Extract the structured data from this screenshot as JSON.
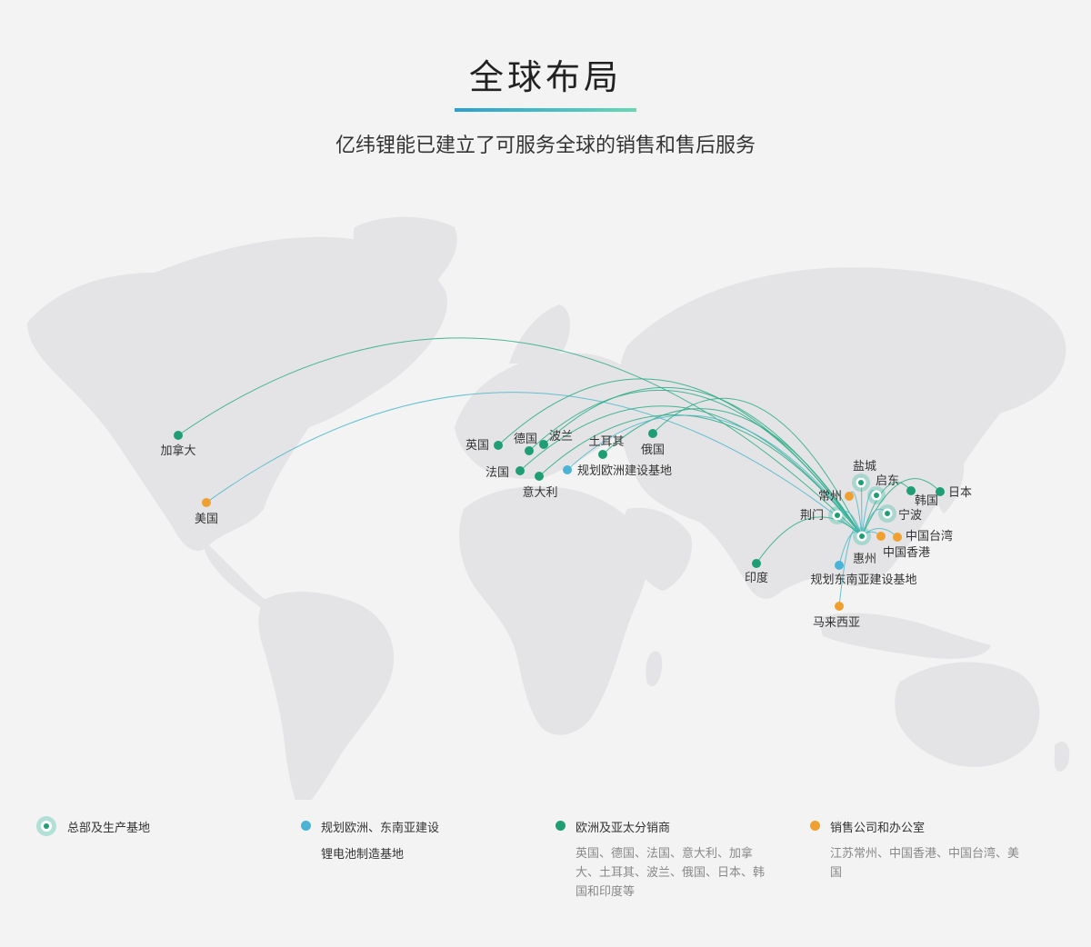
{
  "header": {
    "title": "全球布局",
    "subtitle": "亿纬锂能已建立了可服务全球的销售和售后服务"
  },
  "colors": {
    "hq": "#1f9e74",
    "planned": "#4ab3d6",
    "distributor": "#1f9e74",
    "sales": "#f0a030",
    "route": "#4bb8c8",
    "land": "#e4e4e7"
  },
  "map": {
    "locations": [
      {
        "id": "canada",
        "label": "加拿大",
        "type": "distributor"
      },
      {
        "id": "usa",
        "label": "美国",
        "type": "sales"
      },
      {
        "id": "uk",
        "label": "英国",
        "type": "distributor"
      },
      {
        "id": "germany",
        "label": "德国",
        "type": "distributor"
      },
      {
        "id": "poland",
        "label": "波兰",
        "type": "distributor"
      },
      {
        "id": "turkey",
        "label": "土耳其",
        "type": "distributor"
      },
      {
        "id": "russia",
        "label": "俄国",
        "type": "distributor"
      },
      {
        "id": "france",
        "label": "法国",
        "type": "distributor"
      },
      {
        "id": "italy",
        "label": "意大利",
        "type": "distributor"
      },
      {
        "id": "europe-plan",
        "label": "规划欧洲建设基地",
        "type": "planned"
      },
      {
        "id": "yancheng",
        "label": "盐城",
        "type": "hq"
      },
      {
        "id": "qidong",
        "label": "启东",
        "type": "hq"
      },
      {
        "id": "changzhou",
        "label": "常州",
        "type": "sales"
      },
      {
        "id": "korea",
        "label": "韩国",
        "type": "distributor"
      },
      {
        "id": "japan",
        "label": "日本",
        "type": "distributor"
      },
      {
        "id": "jingmen",
        "label": "荆门",
        "type": "hq"
      },
      {
        "id": "ningbo",
        "label": "宁波",
        "type": "hq"
      },
      {
        "id": "huizhou",
        "label": "惠州",
        "type": "hq"
      },
      {
        "id": "taiwan",
        "label": "中国台湾",
        "type": "sales"
      },
      {
        "id": "hongkong",
        "label": "中国香港",
        "type": "sales"
      },
      {
        "id": "india",
        "label": "印度",
        "type": "distributor"
      },
      {
        "id": "sea-plan",
        "label": "规划东南亚建设基地",
        "type": "planned"
      },
      {
        "id": "malaysia",
        "label": "马来西亚",
        "type": "sales"
      }
    ]
  },
  "legend": {
    "hq": {
      "label": "总部及生产基地"
    },
    "planned": {
      "label_line1": "规划欧洲、东南亚建设",
      "label_line2": "锂电池制造基地"
    },
    "distributor": {
      "label": "欧洲及亚太分销商",
      "desc": "英国、德国、法国、意大利、加拿大、土耳其、波兰、俄国、日本、韩国和印度等"
    },
    "sales": {
      "label": "销售公司和办公室",
      "desc": "江苏常州、中国香港、中国台湾、美国"
    }
  }
}
